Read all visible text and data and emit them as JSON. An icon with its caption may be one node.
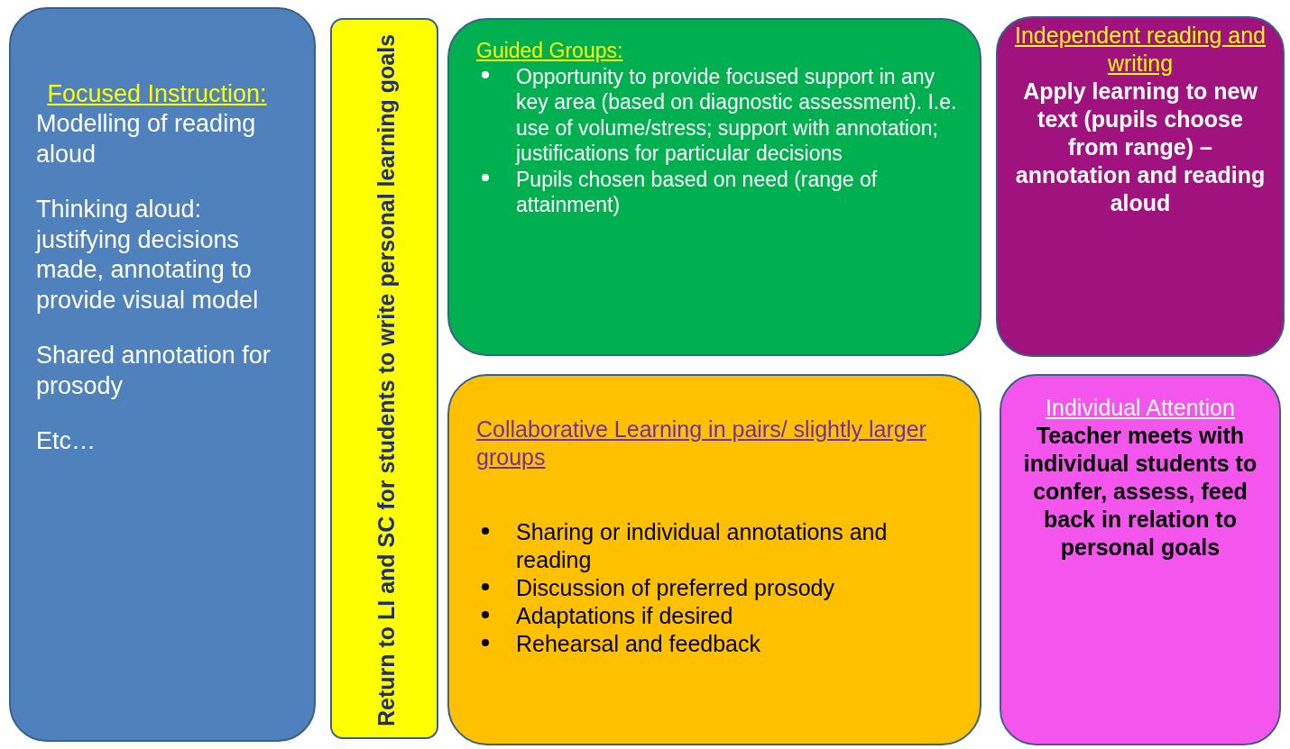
{
  "diagram": {
    "nodes": [
      {
        "text": [
          "Focused Instruction:",
          "Modelling of reading aloud",
          "Thinking aloud: justifying decisions made, annotating to provide visual model",
          "Shared annotation for prosody",
          "Etc…"
        ]
      },
      {
        "text": [
          "Return to LI and SC for students to write personal learning goals"
        ]
      },
      {
        "text": [
          "Guided Groups:",
          "Opportunity to provide focused support in any key area (based on diagnostic assessment). I.e. use of volume/stress; support with annotation; justifications for particular decisions",
          "Pupils chosen based on need (range of attainment)"
        ]
      },
      {
        "text": [
          "Independent reading and writing",
          "Apply learning to new text (pupils choose from range) – annotation and reading aloud"
        ]
      },
      {
        "text": [
          "Collaborative Learning in pairs/ slightly larger groups",
          "Sharing or individual annotations and reading",
          "Discussion of preferred prosody",
          "Adaptations if desired",
          "Rehearsal and feedback"
        ]
      },
      {
        "text": [
          "Individual Attention",
          "Teacher meets with individual students to confer, assess, feed back in relation to personal goals"
        ]
      }
    ]
  }
}
